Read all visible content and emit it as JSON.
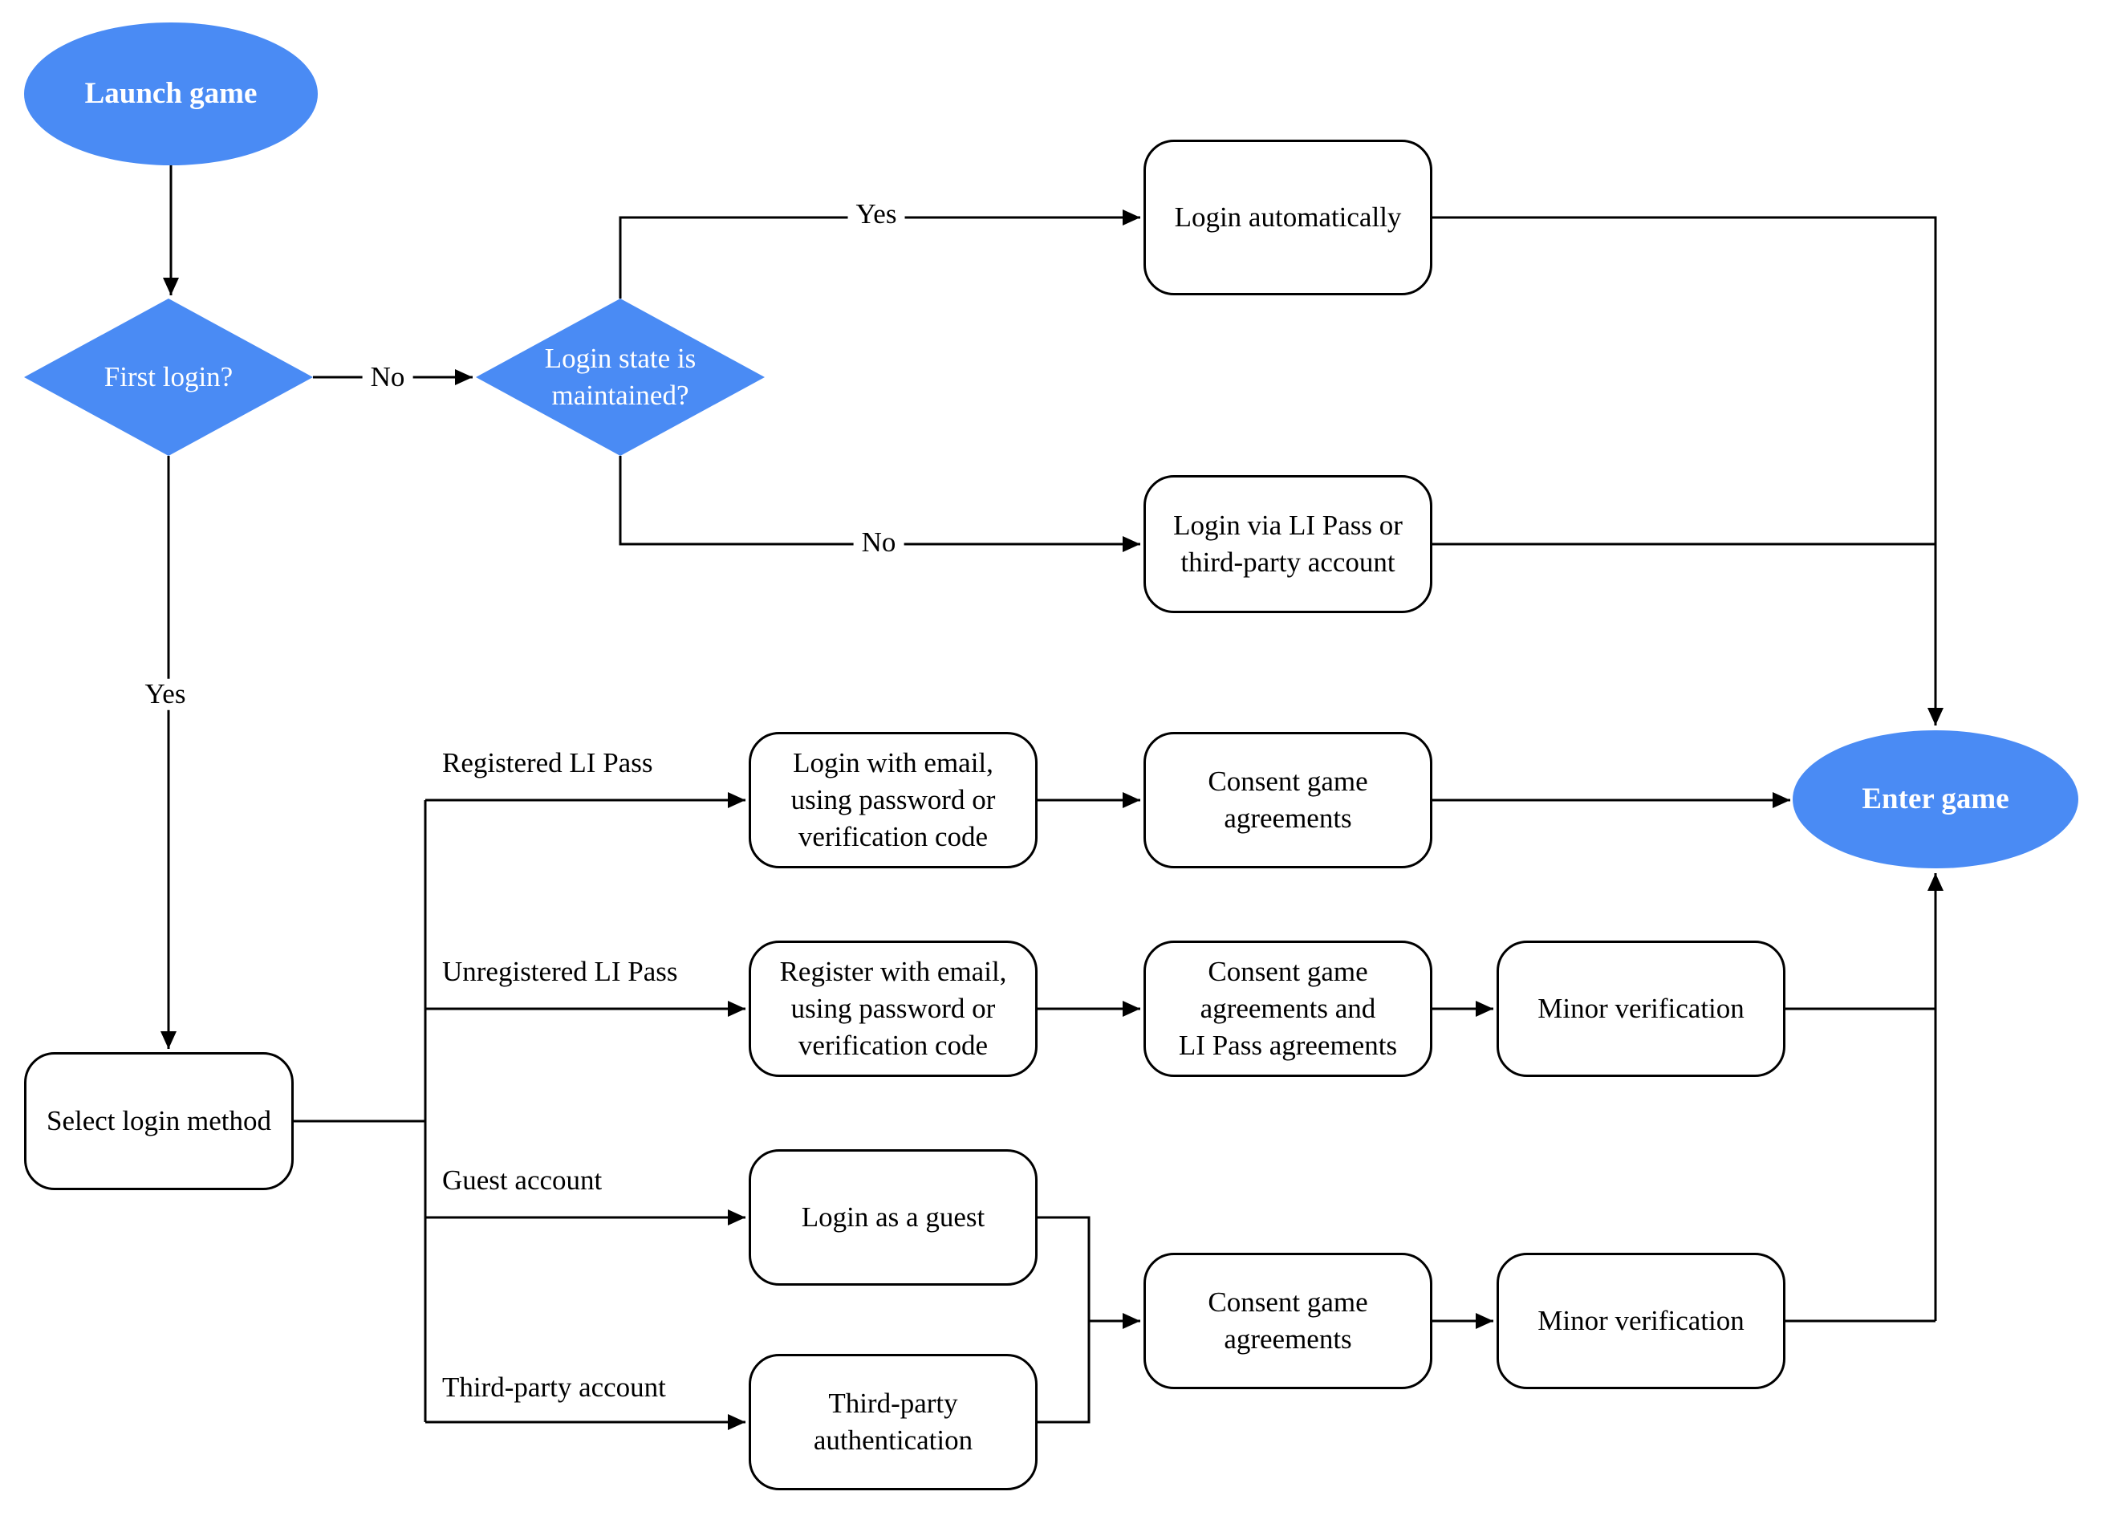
{
  "diagram": {
    "accent_color": "#4A8BF4",
    "line_color": "#000000",
    "nodes": {
      "launch_game": {
        "label": "Launch game",
        "type": "terminator"
      },
      "first_login": {
        "label": "First login?",
        "type": "decision"
      },
      "login_state_maintained": {
        "label": "Login state is\nmaintained?",
        "type": "decision"
      },
      "login_automatically": {
        "label": "Login automatically",
        "type": "process"
      },
      "login_via_li_pass": {
        "label": "Login via LI Pass or\nthird-party account",
        "type": "process"
      },
      "select_login_method": {
        "label": "Select login method",
        "type": "process"
      },
      "login_with_email": {
        "label": "Login with email,\nusing password or\nverification code",
        "type": "process"
      },
      "consent_game_agreements_1": {
        "label": "Consent game\nagreements",
        "type": "process"
      },
      "register_with_email": {
        "label": "Register with email,\nusing password or\nverification code",
        "type": "process"
      },
      "consent_game_li_pass_agreements": {
        "label": "Consent game\nagreements and\nLI Pass agreements",
        "type": "process"
      },
      "minor_verification_1": {
        "label": "Minor verification",
        "type": "process"
      },
      "login_as_guest": {
        "label": "Login as a guest",
        "type": "process"
      },
      "third_party_authentication": {
        "label": "Third-party\nauthentication",
        "type": "process"
      },
      "consent_game_agreements_2": {
        "label": "Consent game\nagreements",
        "type": "process"
      },
      "minor_verification_2": {
        "label": "Minor verification",
        "type": "process"
      },
      "enter_game": {
        "label": "Enter game",
        "type": "terminator"
      }
    },
    "edge_labels": {
      "first_login_no": "No",
      "first_login_yes": "Yes",
      "state_maintained_yes": "Yes",
      "state_maintained_no": "No",
      "branch_registered": "Registered LI Pass",
      "branch_unregistered": "Unregistered LI Pass",
      "branch_guest": "Guest account",
      "branch_third_party": "Third-party account"
    }
  }
}
